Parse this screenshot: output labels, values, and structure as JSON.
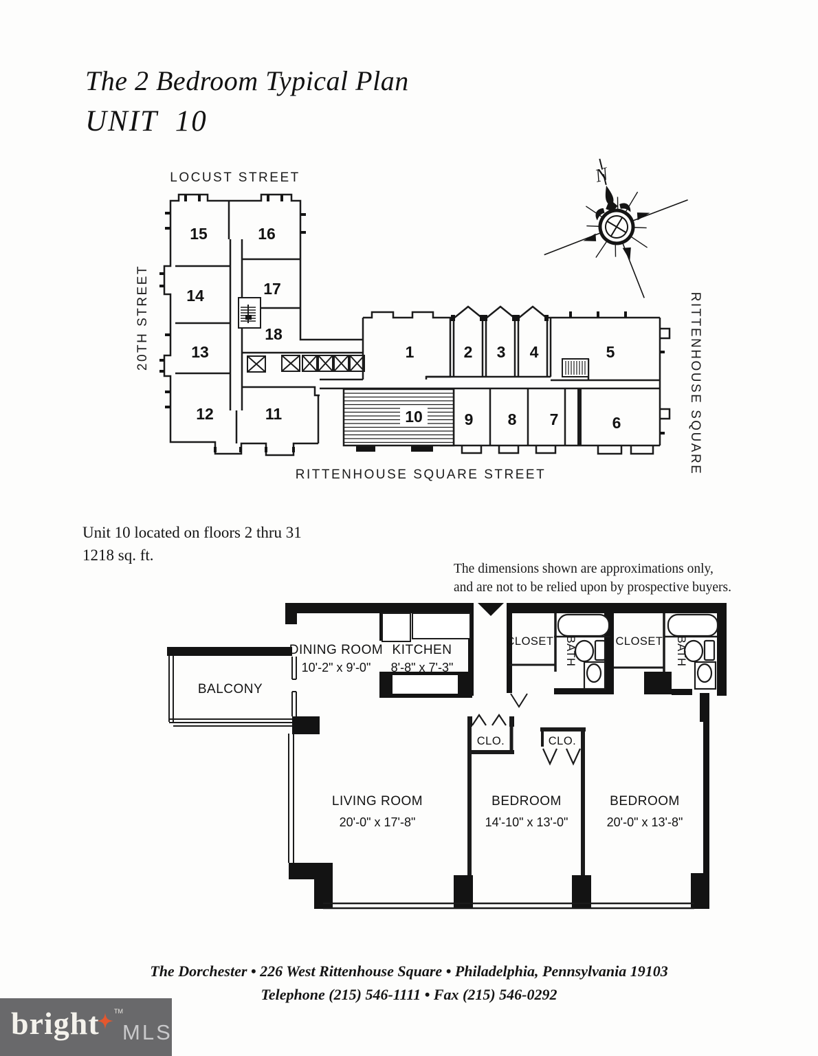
{
  "header": {
    "title_line1": "The 2 Bedroom Typical Plan",
    "title_line2": "UNIT  10"
  },
  "site_plan": {
    "streets": {
      "top": "LOCUST STREET",
      "left": "20TH STREET",
      "right": "RITTENHOUSE SQUARE",
      "bottom": "RITTENHOUSE SQUARE STREET"
    },
    "compass": {
      "north_label": "N"
    },
    "unit_labels": [
      "1",
      "2",
      "3",
      "4",
      "5",
      "6",
      "7",
      "8",
      "9",
      "10",
      "11",
      "12",
      "13",
      "14",
      "15",
      "16",
      "17",
      "18"
    ],
    "highlighted_unit": "10"
  },
  "unit_details": {
    "line1": "Unit 10 located on floors 2 thru 31",
    "line2": "1218 sq. ft."
  },
  "disclaimer": {
    "line1": "The dimensions shown are approximations only,",
    "line2": "and are not to be relied upon by prospective buyers."
  },
  "floor_plan": {
    "balcony": "BALCONY",
    "dining": {
      "name": "DINING ROOM",
      "dims": "10'-2\" x 9'-0\""
    },
    "kitchen": {
      "name": "KITCHEN",
      "dims": "8'-8\" x 7'-3\""
    },
    "closet1": "CLOSET",
    "bath1": "BATH",
    "closet2": "CLOSET",
    "bath2": "BATH",
    "clo1": "CLO.",
    "clo2": "CLO.",
    "living": {
      "name": "LIVING ROOM",
      "dims": "20'-0\" x 17'-8\""
    },
    "bedroom1": {
      "name": "BEDROOM",
      "dims": "14'-10\" x 13'-0\""
    },
    "bedroom2": {
      "name": "BEDROOM",
      "dims": "20'-0\" x 13'-8\""
    }
  },
  "footer": {
    "address": "The Dorchester • 226 West Rittenhouse Square • Philadelphia, Pennsylvania  19103",
    "phone": "Telephone (215) 546-1111 • Fax (215) 546-0292"
  },
  "logo": {
    "brand": "bright",
    "tm": "TM",
    "suffix": "MLS"
  }
}
